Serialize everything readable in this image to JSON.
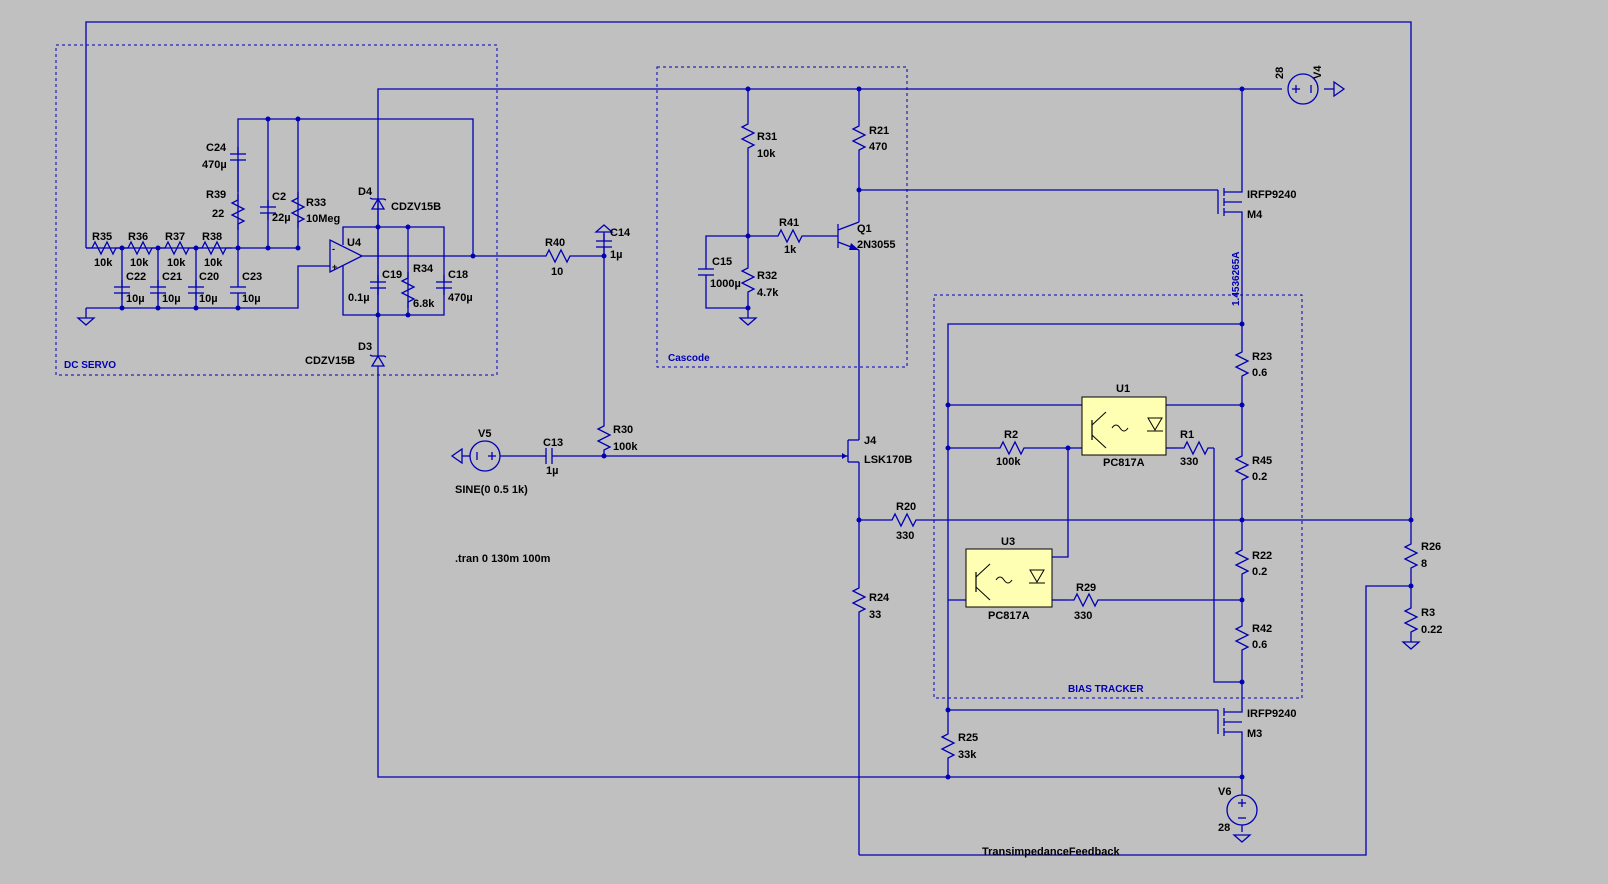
{
  "components": {
    "R35": {
      "name": "R35",
      "value": "10k"
    },
    "R36": {
      "name": "R36",
      "value": "10k"
    },
    "R37": {
      "name": "R37",
      "value": "10k"
    },
    "R38": {
      "name": "R38",
      "value": "10k"
    },
    "C22": {
      "name": "C22",
      "value": "10µ"
    },
    "C21": {
      "name": "C21",
      "value": "10µ"
    },
    "C20": {
      "name": "C20",
      "value": "10µ"
    },
    "C23": {
      "name": "C23",
      "value": "10µ"
    },
    "C24": {
      "name": "C24",
      "value": "470µ"
    },
    "R39": {
      "name": "R39",
      "value": "22"
    },
    "C2": {
      "name": "C2",
      "value": "22µ"
    },
    "R33": {
      "name": "R33",
      "value": "10Meg"
    },
    "U4": {
      "name": "U4"
    },
    "D4": {
      "name": "D4",
      "value": "CDZV15B"
    },
    "D3": {
      "name": "D3",
      "value": "CDZV15B"
    },
    "C19": {
      "name": "C19",
      "value": "0.1µ"
    },
    "R34": {
      "name": "R34",
      "value": "6.8k"
    },
    "C18": {
      "name": "C18",
      "value": "470µ"
    },
    "R40": {
      "name": "R40",
      "value": "10"
    },
    "C14": {
      "name": "C14",
      "value": "1µ"
    },
    "R31": {
      "name": "R31",
      "value": "10k"
    },
    "R41": {
      "name": "R41",
      "value": "1k"
    },
    "C15": {
      "name": "C15",
      "value": "1000µ"
    },
    "R32": {
      "name": "R32",
      "value": "4.7k"
    },
    "R21": {
      "name": "R21",
      "value": "470"
    },
    "Q1": {
      "name": "Q1",
      "value": "2N3055"
    },
    "M4": {
      "name": "M4",
      "value": "IRFP9240"
    },
    "V4": {
      "name": "V4",
      "value": "28"
    },
    "R23": {
      "name": "R23",
      "value": "0.6"
    },
    "U1": {
      "name": "U1",
      "value": "PC817A"
    },
    "R2": {
      "name": "R2",
      "value": "100k"
    },
    "R1": {
      "name": "R1",
      "value": "330"
    },
    "R45": {
      "name": "R45",
      "value": "0.2"
    },
    "R20": {
      "name": "R20",
      "value": "330"
    },
    "R22": {
      "name": "R22",
      "value": "0.2"
    },
    "U3": {
      "name": "U3",
      "value": "PC817A"
    },
    "R29": {
      "name": "R29",
      "value": "330"
    },
    "R42": {
      "name": "R42",
      "value": "0.6"
    },
    "R26": {
      "name": "R26",
      "value": "8"
    },
    "R3": {
      "name": "R3",
      "value": "0.22"
    },
    "M3": {
      "name": "M3",
      "value": "IRFP9240"
    },
    "R25": {
      "name": "R25",
      "value": "33k"
    },
    "V6": {
      "name": "V6",
      "value": "28"
    },
    "R24": {
      "name": "R24",
      "value": "33"
    },
    "J4": {
      "name": "J4",
      "value": "LSK170B"
    },
    "R30": {
      "name": "R30",
      "value": "100k"
    },
    "C13": {
      "name": "C13",
      "value": "1µ"
    },
    "V5": {
      "name": "V5",
      "value": "SINE(0 0.5 1k)"
    }
  },
  "blocks": {
    "dc_servo": "DC SERVO",
    "cascode": "Cascode",
    "bias_tracker": "BIAS TRACKER"
  },
  "annotations": {
    "tran": ".tran 0 130m 100m",
    "current": "1.4536265A",
    "feedback": "TransimpedanceFeedback"
  },
  "colors": {
    "background": "#c0c0c0",
    "wire": "#0000b4",
    "ic_fill": "#ffffb4"
  }
}
